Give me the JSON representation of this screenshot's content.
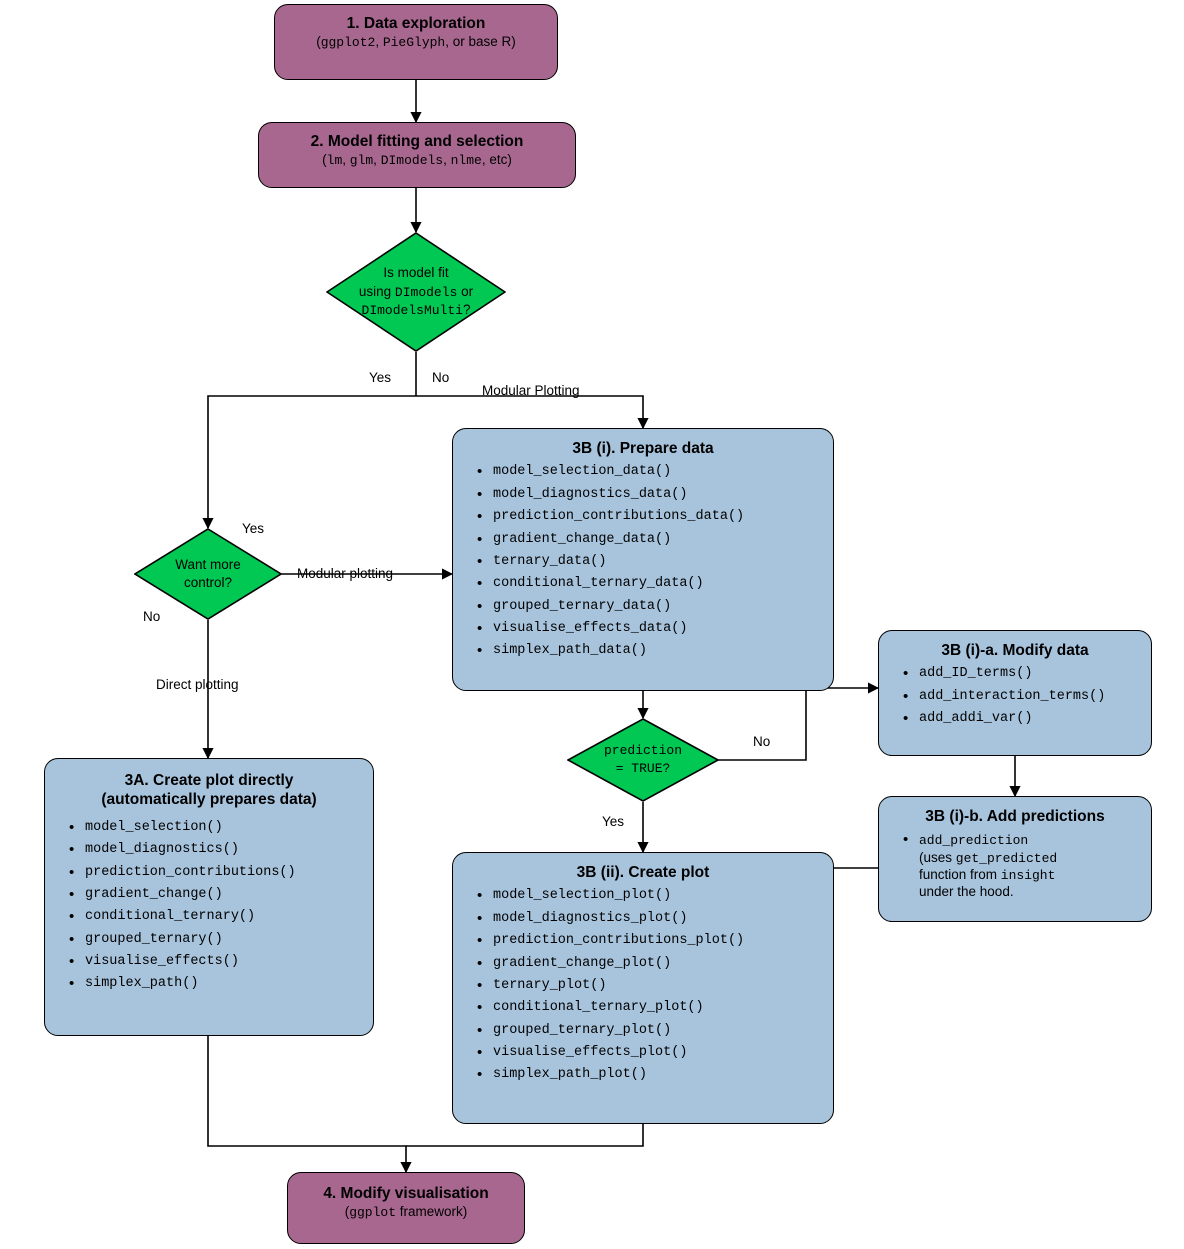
{
  "diagram": {
    "title": "DImodelsVis workflow flowchart",
    "colors": {
      "purple": "#a8678f",
      "blue": "#a8c4dd",
      "green": "#00c853",
      "stroke": "#000000"
    },
    "nodes": {
      "step1": {
        "title": "1. Data exploration",
        "subtitle_parts": [
          "(",
          "ggplot2",
          ", ",
          "PieGlyph",
          ", or base R)"
        ]
      },
      "step2": {
        "title": "2. Model fitting and selection",
        "subtitle_parts": [
          "(",
          "lm",
          ", ",
          "glm",
          ", ",
          "DImodels",
          ", ",
          "nlme",
          ", etc)"
        ]
      },
      "decision1": {
        "line1": "Is model fit",
        "line2_pre": "using ",
        "line2_code": "DImodels",
        "line2_post": " or",
        "line3_code": "DImodelsMulti",
        "line3_post": "?"
      },
      "decision2": {
        "line1": "Want more",
        "line2": "control?"
      },
      "decision3": {
        "line1": "prediction",
        "line2": "= TRUE?"
      },
      "step3a": {
        "title_line1": "3A. Create plot directly",
        "title_line2": "(automatically prepares data)",
        "items": [
          "model_selection()",
          "model_diagnostics()",
          "prediction_contributions()",
          "gradient_change()",
          "conditional_ternary()",
          "grouped_ternary()",
          "visualise_effects()",
          "simplex_path()"
        ]
      },
      "step3bi": {
        "title": "3B (i). Prepare data",
        "items": [
          "model_selection_data()",
          "model_diagnostics_data()",
          "prediction_contributions_data()",
          "gradient_change_data()",
          "ternary_data()",
          "conditional_ternary_data()",
          "grouped_ternary_data()",
          "visualise_effects_data()",
          "simplex_path_data()"
        ]
      },
      "step3bia": {
        "title": "3B (i)-a. Modify data",
        "items": [
          "add_ID_terms()",
          "add_interaction_terms()",
          "add_addi_var()"
        ]
      },
      "step3bib": {
        "title": "3B (i)-b. Add predictions",
        "item_line1": "add_prediction",
        "item_line2_pre": "(uses ",
        "item_line2_code": "get_predicted",
        "item_line3_pre": "function from ",
        "item_line3_code": "insight",
        "item_line4": "under the hood."
      },
      "step3bii": {
        "title": "3B (ii). Create plot",
        "items": [
          "model_selection_plot()",
          "model_diagnostics_plot()",
          "prediction_contributions_plot()",
          "gradient_change_plot()",
          "ternary_plot()",
          "conditional_ternary_plot()",
          "grouped_ternary_plot()",
          "visualise_effects_plot()",
          "simplex_path_plot()"
        ]
      },
      "step4": {
        "title": "4. Modify visualisation",
        "subtitle_parts": [
          "(",
          "ggplot",
          " framework)"
        ]
      }
    },
    "edge_labels": {
      "yes1": "Yes",
      "no1": "No",
      "modular_plotting_top": "Modular Plotting",
      "yes2": "Yes",
      "no2": "No",
      "modular_plotting_mid": "Modular plotting",
      "direct_plotting": "Direct plotting",
      "no3": "No",
      "yes3": "Yes"
    }
  }
}
